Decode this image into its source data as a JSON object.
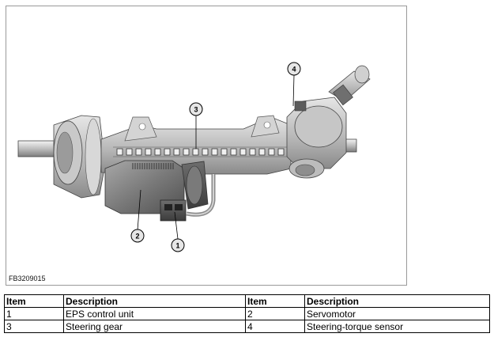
{
  "figure": {
    "id_label": "FB3209015",
    "callouts": [
      "1",
      "2",
      "3",
      "4"
    ]
  },
  "legend": {
    "headers": [
      "Item",
      "Description",
      "Item",
      "Description"
    ],
    "rows": [
      [
        "1",
        "EPS control unit",
        "2",
        "Servomotor"
      ],
      [
        "3",
        "Steering gear",
        "4",
        "Steering-torque sensor"
      ]
    ]
  }
}
